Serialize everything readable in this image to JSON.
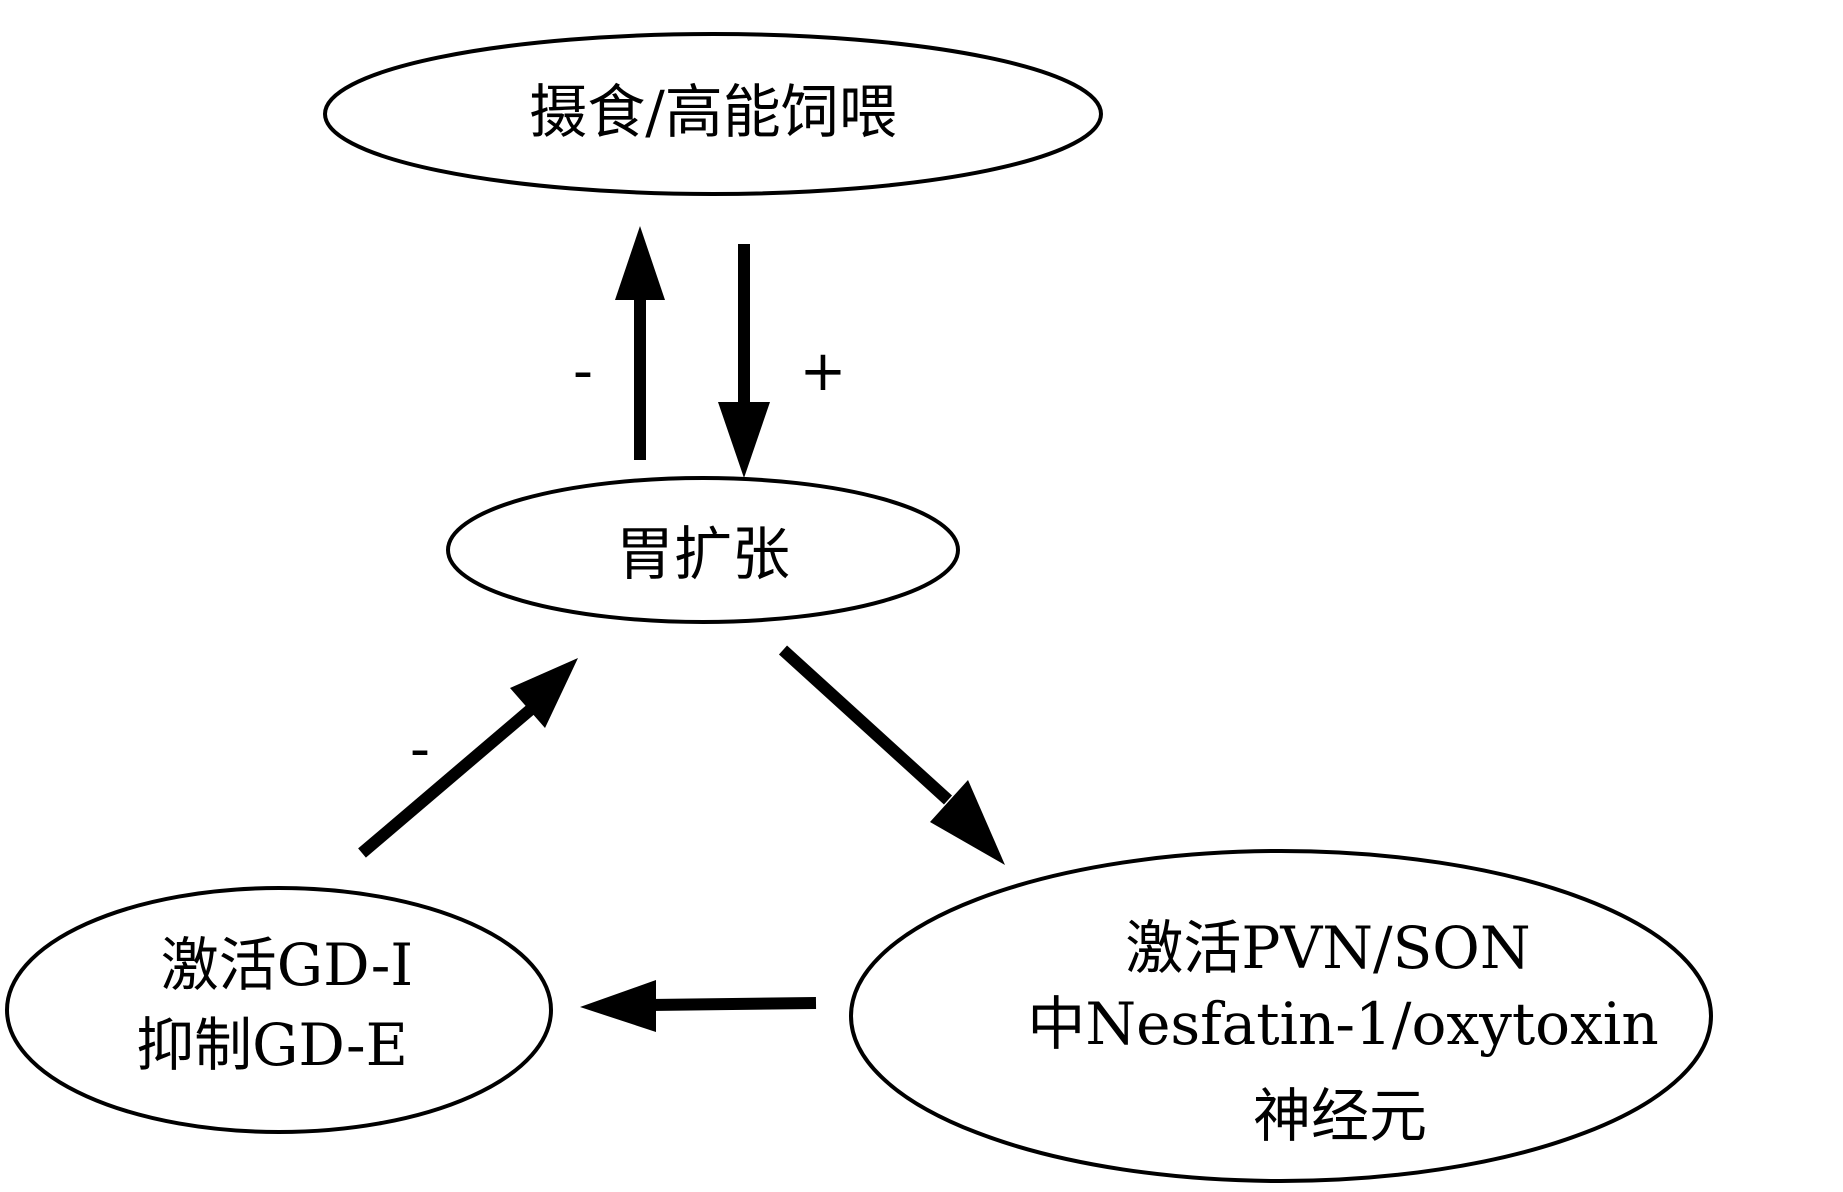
{
  "nodes": {
    "feeding": {
      "label": "摄食/高能饲喂"
    },
    "gastric_distension": {
      "label": "胃扩张"
    },
    "gd_neurons": {
      "line1": "激活GD-I",
      "line2": "抑制GD-E"
    },
    "pvn_son": {
      "line1": "激活PVN/SON",
      "line2": "中Nesfatin-1/oxytoxin",
      "line3": "神经元"
    }
  },
  "signs": {
    "feeding_up": "-",
    "feeding_down": "+",
    "gd_to_distension": "-"
  },
  "colors": {
    "stroke": "#000000",
    "background": "#ffffff"
  }
}
